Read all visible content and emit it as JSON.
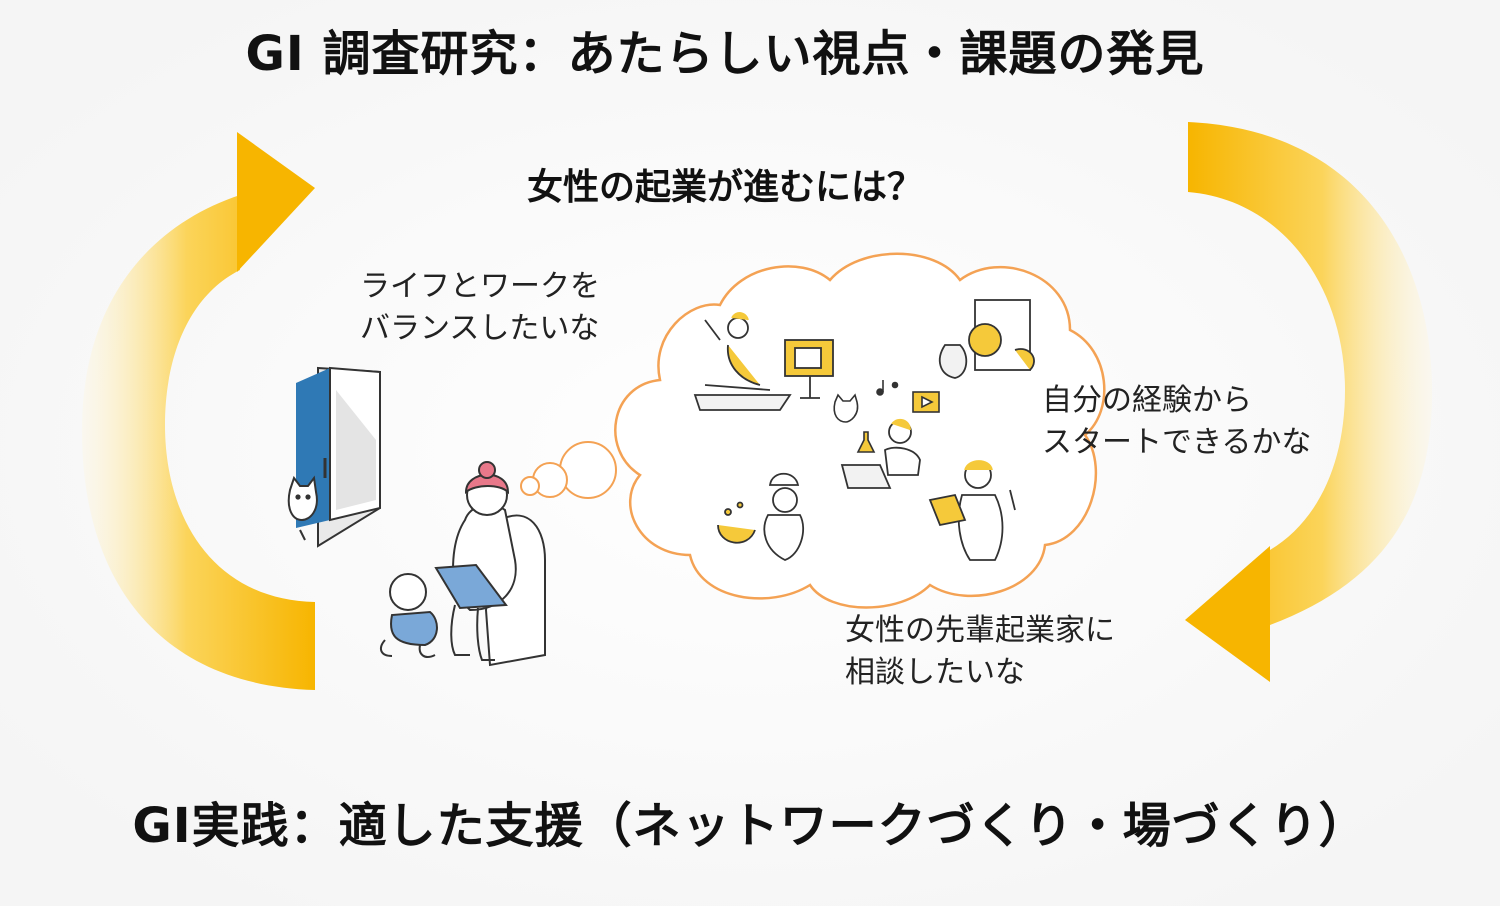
{
  "top_title": "GI 調査研究：あたらしい視点・課題の発見",
  "question": "女性の起業が進むには？",
  "speech": {
    "work_life": [
      "ライフとワークを",
      "バランスしたいな"
    ],
    "experience": [
      "自分の経験から",
      "スタートできるかな"
    ],
    "consult": [
      "女性の先輩起業家に",
      "相談したいな"
    ]
  },
  "bottom_title": "GI実践：適した支援（ネットワークづくり・場づくり）",
  "colors": {
    "arrow_dark": "#f7b500",
    "arrow_light": "#fff6d6",
    "cloud_stroke": "#f4a254",
    "accent_yellow": "#f5c93a",
    "door_blue": "#2f79b5",
    "person_pink": "#e8788a",
    "baby_blue": "#7aa8d8"
  },
  "icons": [
    "left-cycle-arrow",
    "right-cycle-arrow",
    "thought-cloud",
    "door-icon",
    "cat-icon",
    "woman-laptop-icon",
    "baby-icon",
    "yoga-woman-icon",
    "camera-icon",
    "pottery-woman-icon",
    "cat-face-icon",
    "video-play-icon",
    "music-note-icon",
    "flask-icon",
    "laptop-woman-icon",
    "chef-icon",
    "reading-man-icon"
  ]
}
